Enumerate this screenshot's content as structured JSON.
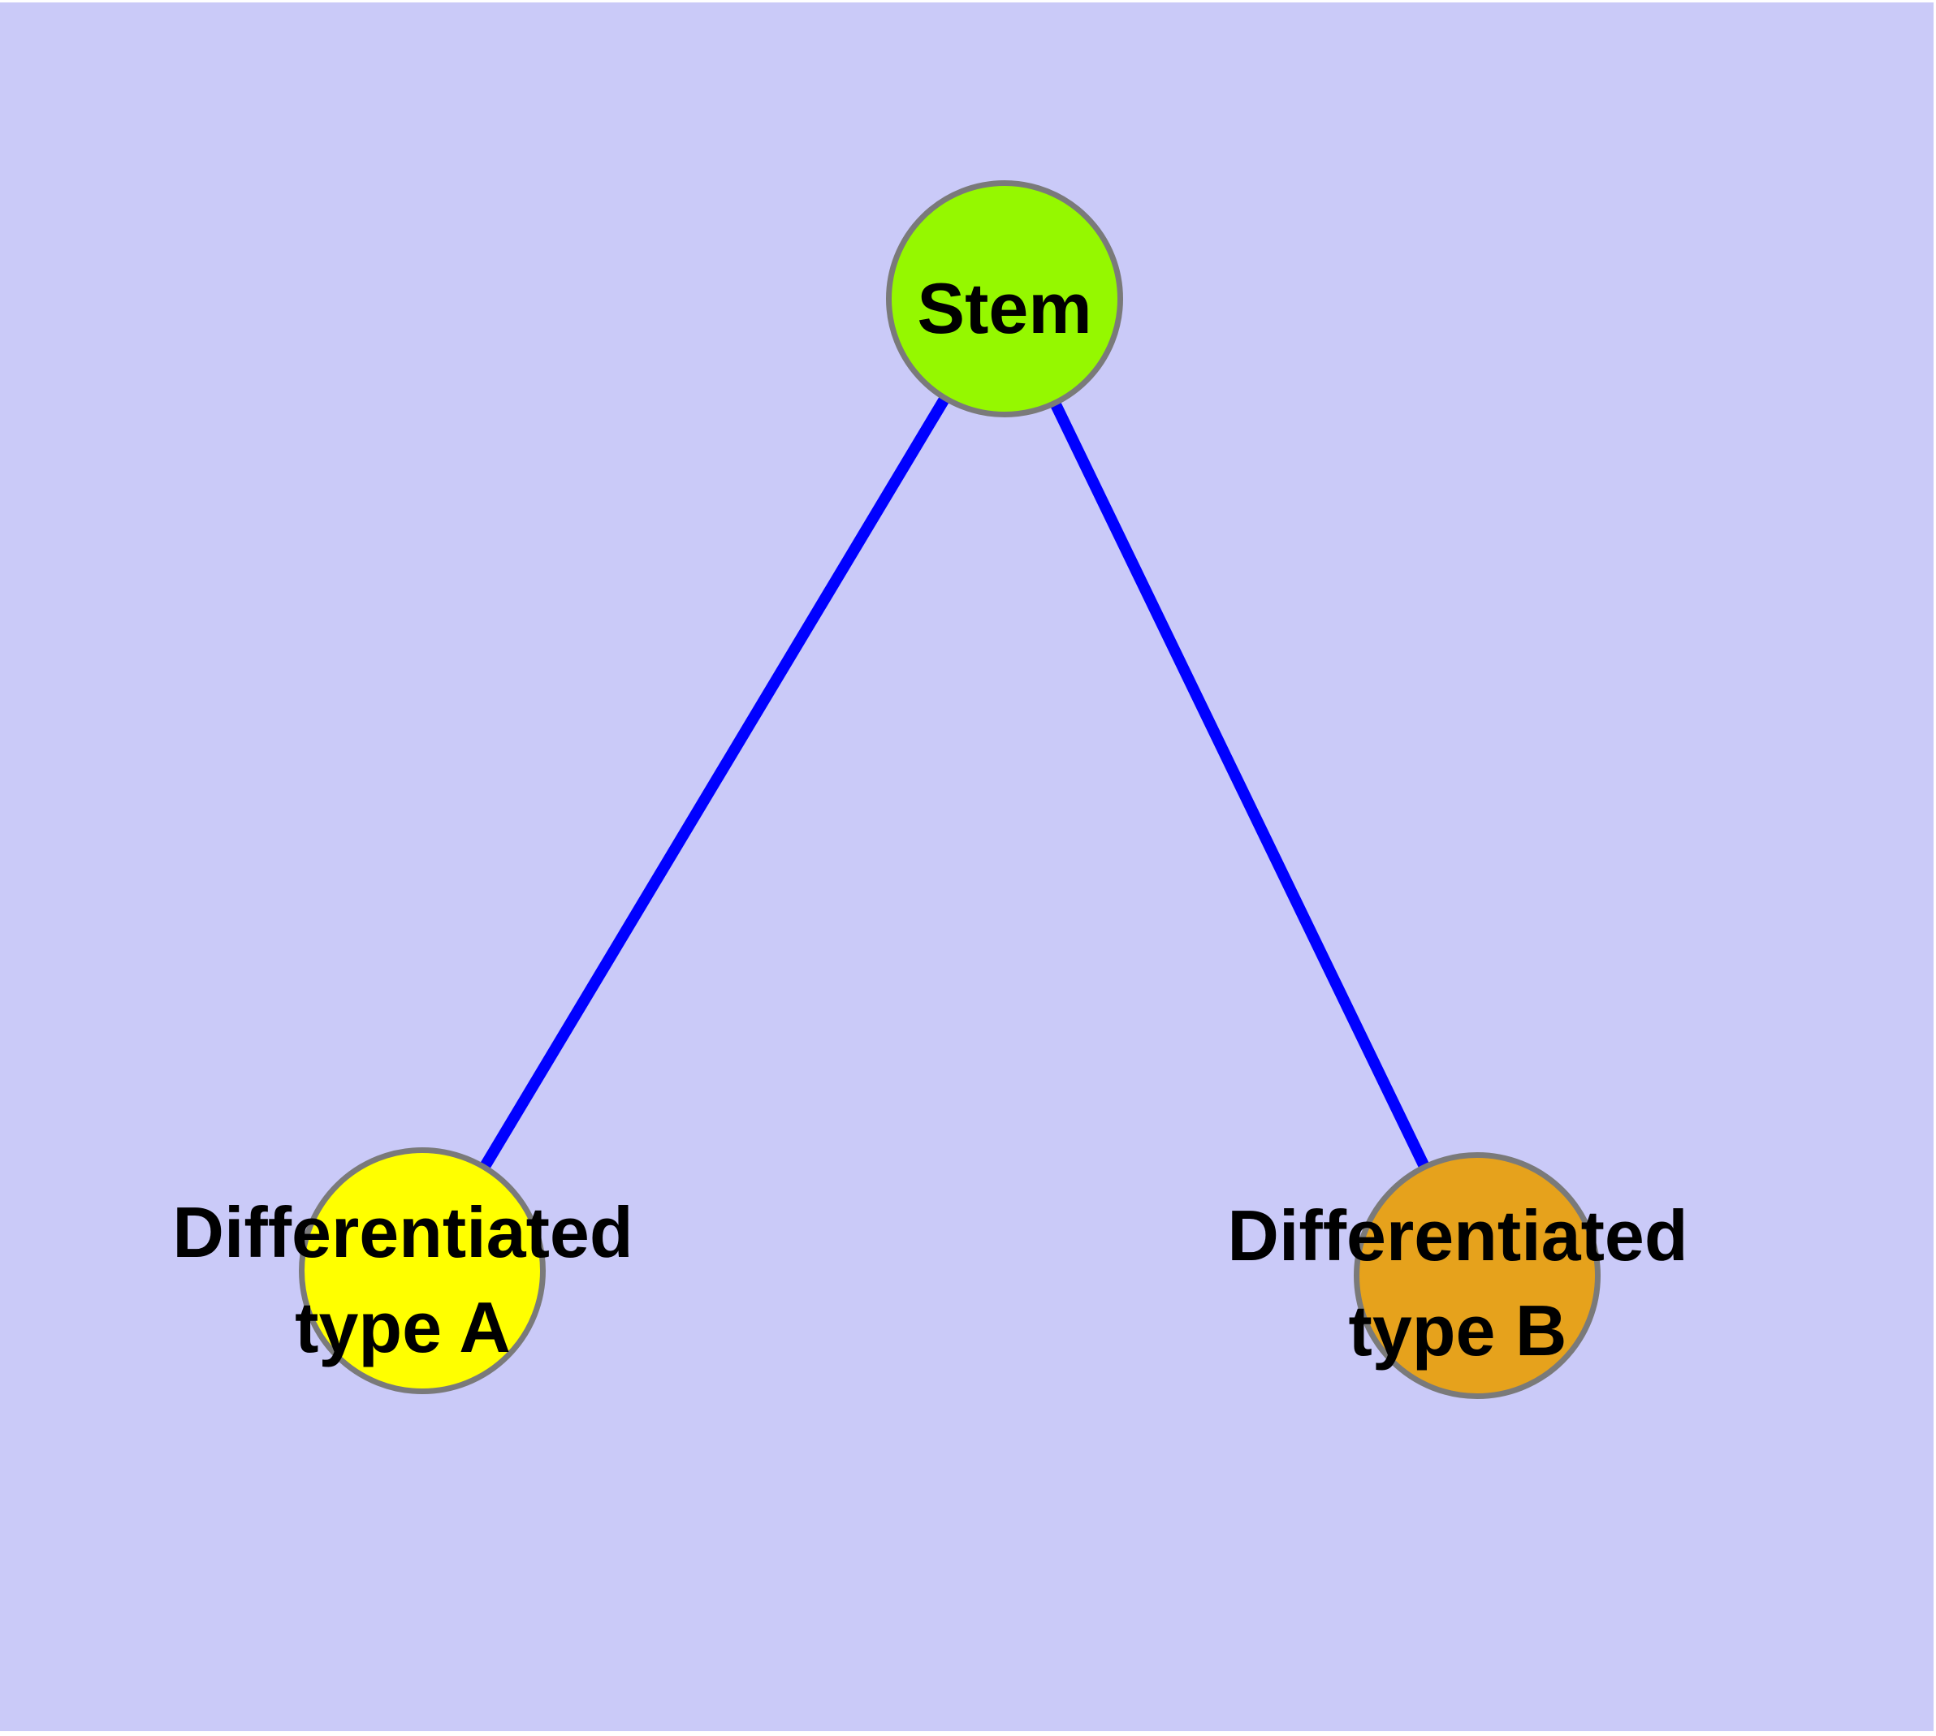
{
  "diagram": {
    "type": "graph",
    "background_color": "#CACAF8",
    "edge_color": "#0000FF",
    "node_border_color": "#7A7A7A",
    "label_color": "#000000",
    "nodes": [
      {
        "id": "stem",
        "label": "Stem",
        "label_lines": [
          "Stem"
        ],
        "fill": "#95F800"
      },
      {
        "id": "differentiated-type-a",
        "label": "Differentiated type A",
        "label_lines": [
          "Differentiated",
          "type A"
        ],
        "fill": "#FFFF00"
      },
      {
        "id": "differentiated-type-b",
        "label": "Differentiated type B",
        "label_lines": [
          "Differentiated",
          "type B"
        ],
        "fill": "#E6A21C"
      }
    ],
    "edges": [
      {
        "from": "Stem",
        "to": "Differentiated type A"
      },
      {
        "from": "Stem",
        "to": "Differentiated type B"
      }
    ]
  }
}
